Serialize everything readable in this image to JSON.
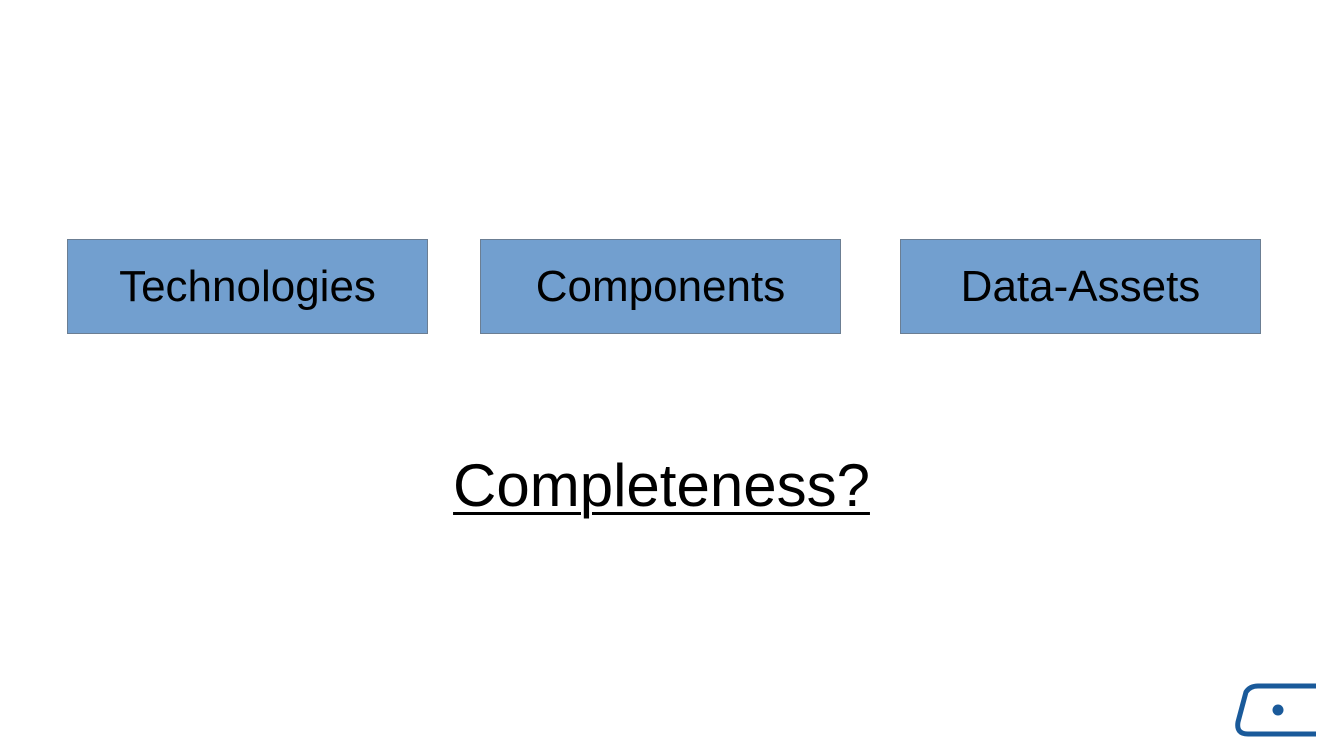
{
  "diagram": {
    "nodes": [
      {
        "id": "technologies",
        "label": "Technologies"
      },
      {
        "id": "components",
        "label": "Components"
      },
      {
        "id": "data-assets",
        "label": "Data-Assets"
      }
    ],
    "question": "Completeness?"
  },
  "colors": {
    "box_fill": "#729fcf",
    "box_border": "#6b7e93",
    "text": "#000000",
    "logo": "#1a5a9a"
  },
  "icons": {
    "logo": "brand-logo-icon"
  }
}
